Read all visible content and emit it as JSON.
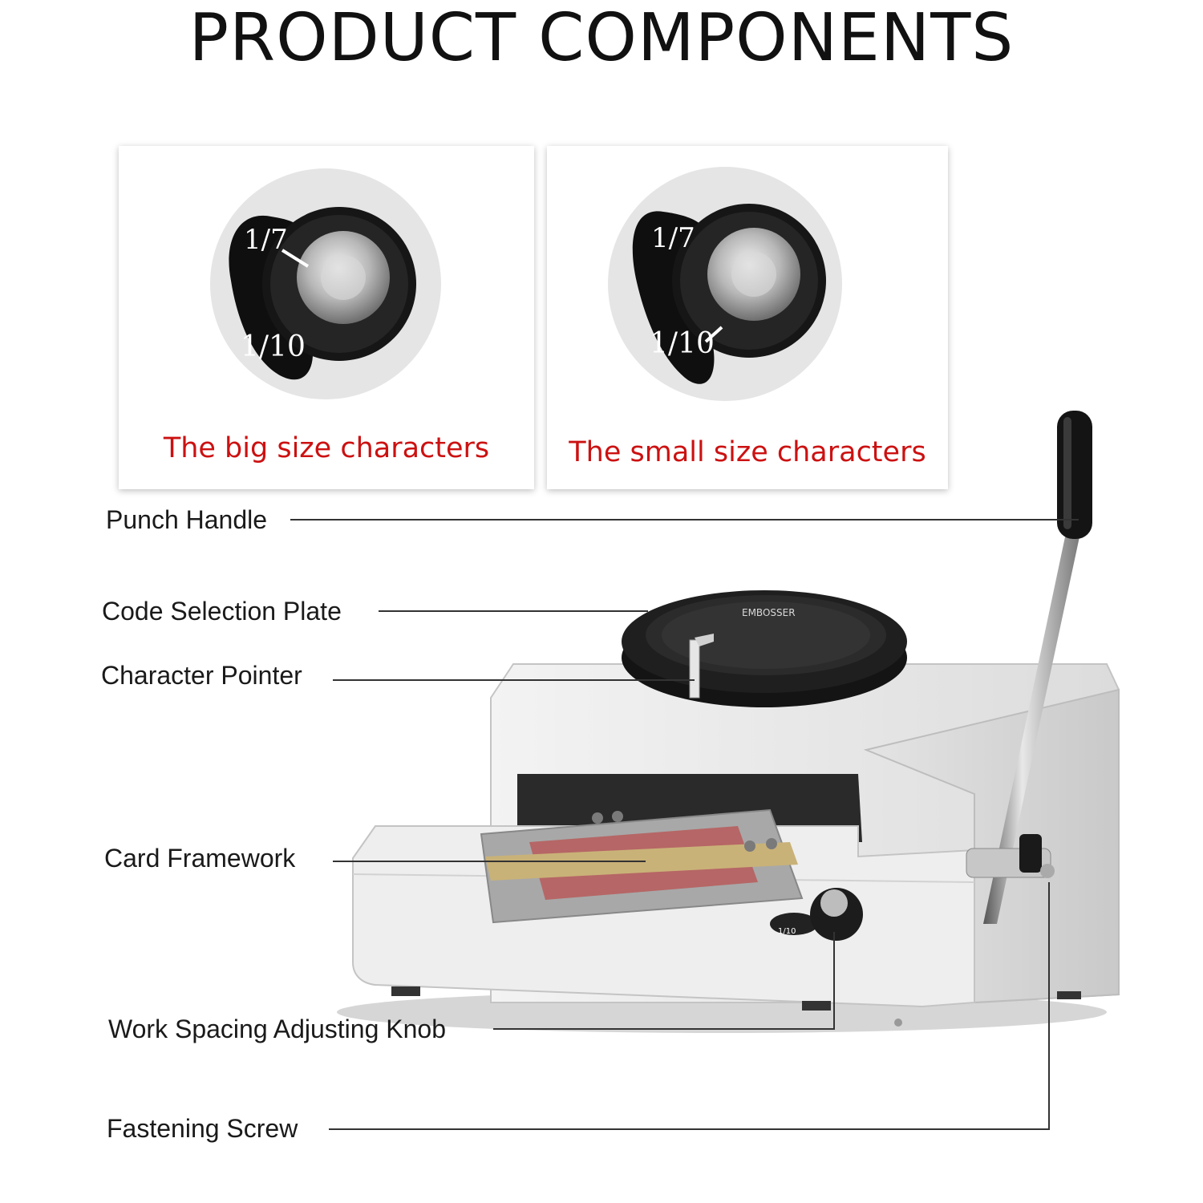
{
  "title": "PRODUCT COMPONENTS",
  "colors": {
    "caption": "#cc1111",
    "leader_line": "#333333",
    "machine_body": "#e9e9e9",
    "dial": "#1b1b1b"
  },
  "panels": [
    {
      "caption": "The big size characters",
      "knob_scale_top": "1/7",
      "knob_scale_bottom": "1/10"
    },
    {
      "caption": "The small size characters",
      "knob_scale_top": "1/7",
      "knob_scale_bottom": "1/10"
    }
  ],
  "machine": {
    "dial_brand": "EMBOSSER",
    "knob_plate_text": "1/10"
  },
  "labels": {
    "punch_handle": "Punch Handle",
    "code_selection_plate": "Code Selection Plate",
    "character_pointer": "Character Pointer",
    "card_framework": "Card Framework",
    "work_spacing_knob": "Work Spacing Adjusting Knob",
    "fastening_screw": "Fastening Screw"
  }
}
